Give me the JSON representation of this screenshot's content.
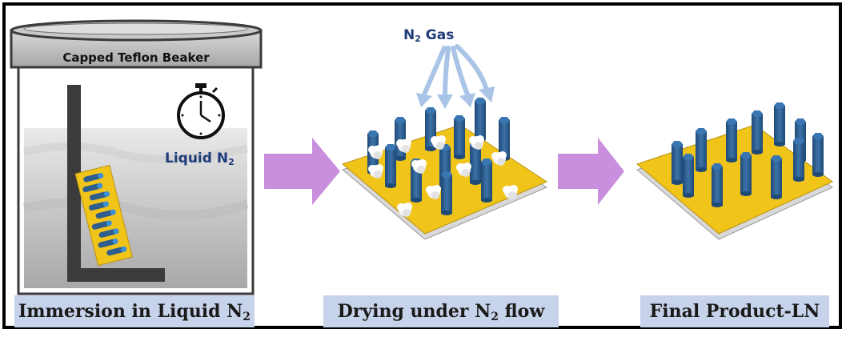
{
  "beaker": {
    "label": "Capped Teflon Beaker"
  },
  "liquid_label": {
    "text": "Liquid N",
    "sub": "2"
  },
  "gas_label": {
    "text": "N",
    "sub": "2",
    "suffix": " Gas"
  },
  "captions": {
    "immersion": {
      "text": "Immersion in Liquid N",
      "sub": "2"
    },
    "drying": {
      "text": "Drying under N",
      "sub": "2",
      "suffix": " flow"
    },
    "final": {
      "text": "Final Product-LN"
    }
  },
  "colors": {
    "caption_bg": "#c7d3ea",
    "process_arrow": "#c98fde",
    "gas_arrow": "#a9c4e6",
    "substrate": "#f0c419",
    "pillar": "#2e5d8e",
    "label_text": "#1f3b7a"
  },
  "icons": [
    "stopwatch-icon",
    "gas-arrow-icon",
    "process-arrow-icon"
  ]
}
